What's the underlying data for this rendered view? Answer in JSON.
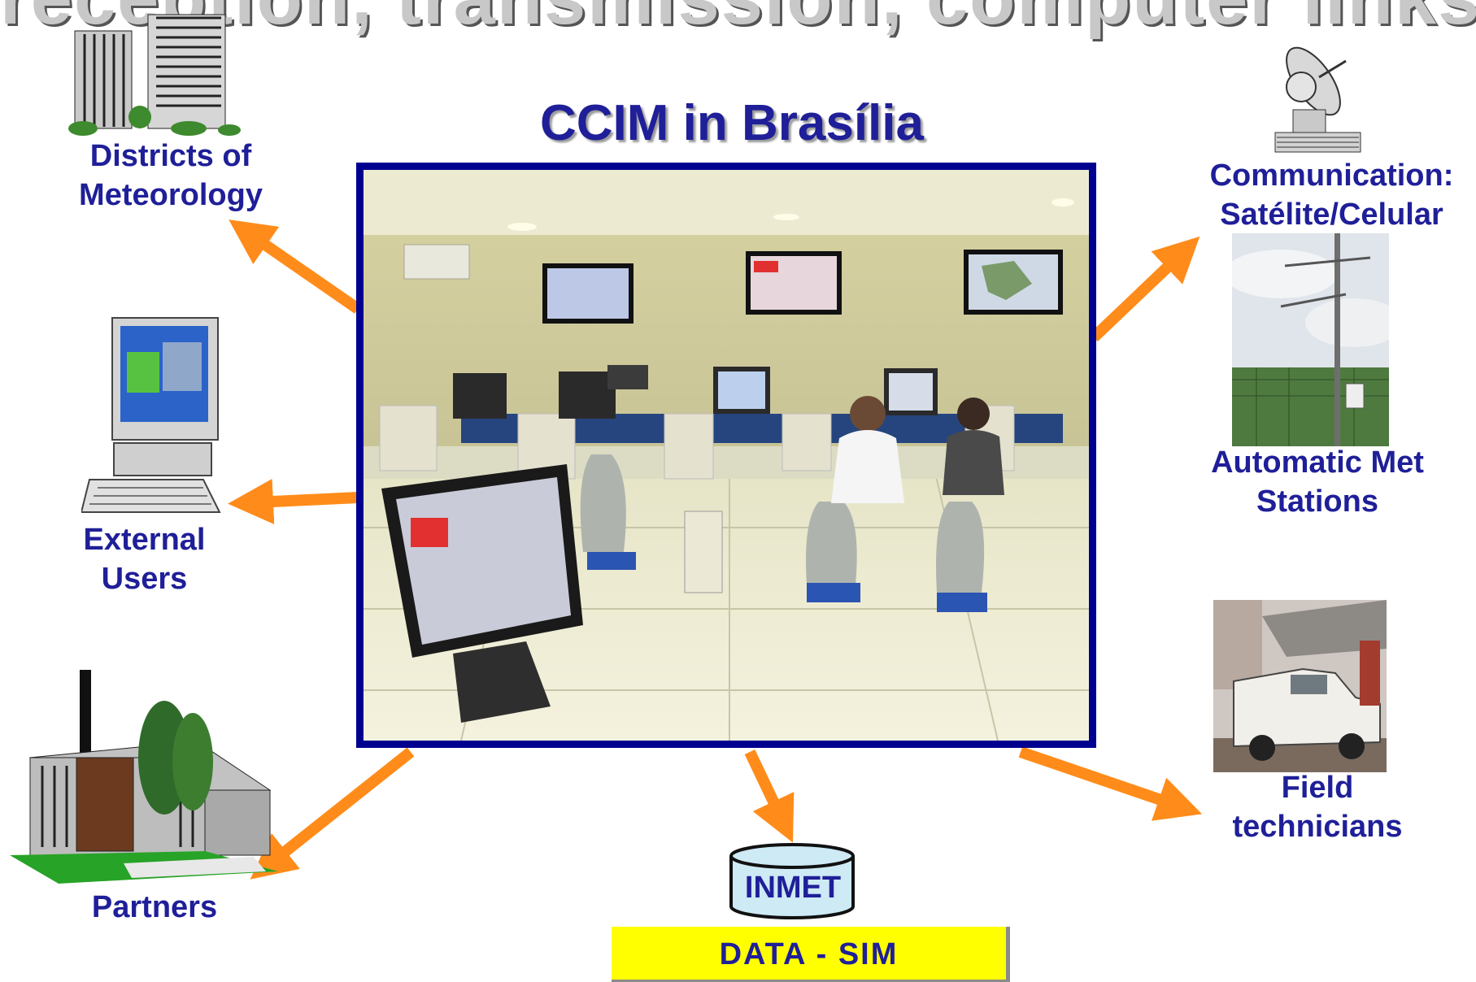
{
  "header": {
    "partial_title": "reception, transmission, computer links"
  },
  "center": {
    "title": "CCIM in  Brasília"
  },
  "nodes": {
    "districts": [
      "Districts of",
      "Meteorology"
    ],
    "external_users": [
      "External",
      "Users"
    ],
    "partners": [
      "Partners"
    ],
    "communication": [
      "Communication:",
      "Satélite/Celular"
    ],
    "automatic_stations": [
      "Automatic Met",
      "Stations"
    ],
    "field_technicians": [
      "Field",
      "technicians"
    ]
  },
  "database": {
    "label": "INMET"
  },
  "data_bar": {
    "label": "DATA - SIM"
  },
  "colors": {
    "label_text": "#1f1f99",
    "frame": "#000090",
    "arrow": "#ff8c1a",
    "data_bar": "#ffff00",
    "db_fill": "#cdeaf5"
  }
}
